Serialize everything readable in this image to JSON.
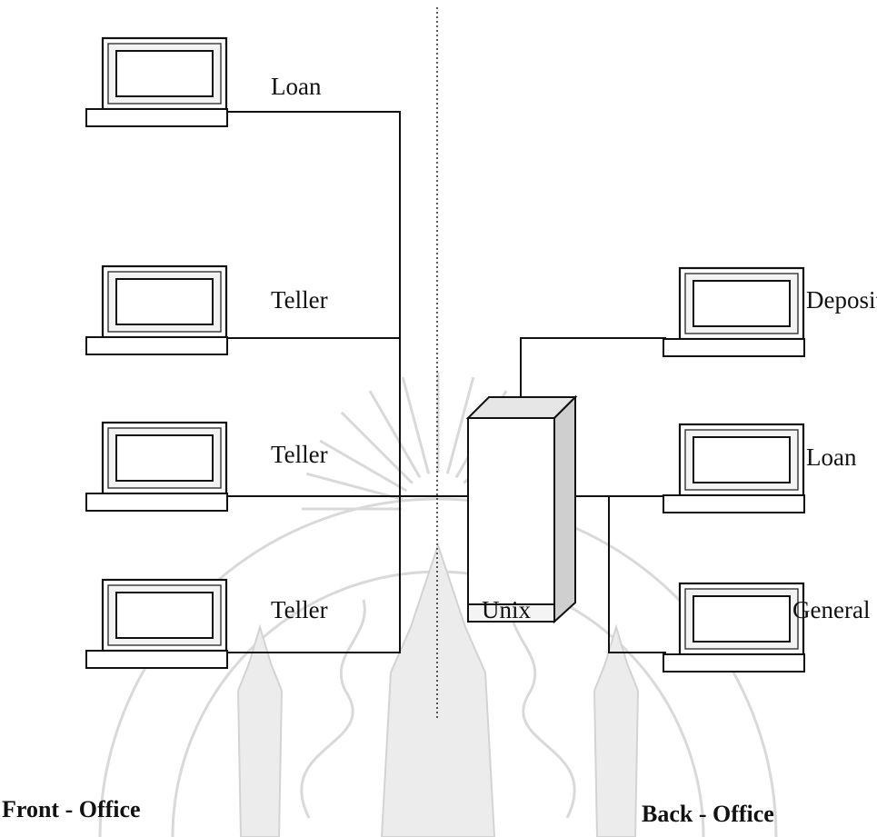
{
  "regions": {
    "front_office": "Front - Office",
    "back_office": "Back - Office"
  },
  "nodes": {
    "front_loan": "Loan",
    "front_teller_1": "Teller",
    "front_teller_2": "Teller",
    "front_teller_3": "Teller",
    "server": "Unix",
    "back_deposit": "Deposit",
    "back_loan": "Loan",
    "back_general": "General"
  },
  "icons": {
    "computer": "laptop-computer-icon",
    "server": "tower-server-icon",
    "watermark": "university-seal-watermark"
  },
  "colors": {
    "ink": "#111111",
    "watermark": "#d9d9d9",
    "background": "#ffffff"
  }
}
